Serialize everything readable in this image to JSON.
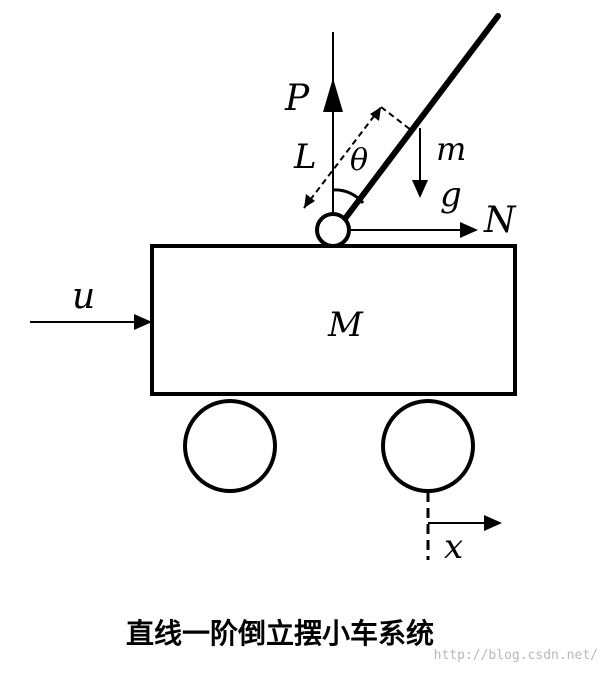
{
  "labels": {
    "force_P": "P",
    "length_L": "L",
    "angle_theta": "θ",
    "mass_m": "m",
    "gravity_g": "g",
    "force_N": "N",
    "force_u": "u",
    "mass_M": "M",
    "position_x": "x"
  },
  "caption": "直线一阶倒立摆小车系统",
  "watermark": "http://blog.csdn.net/"
}
